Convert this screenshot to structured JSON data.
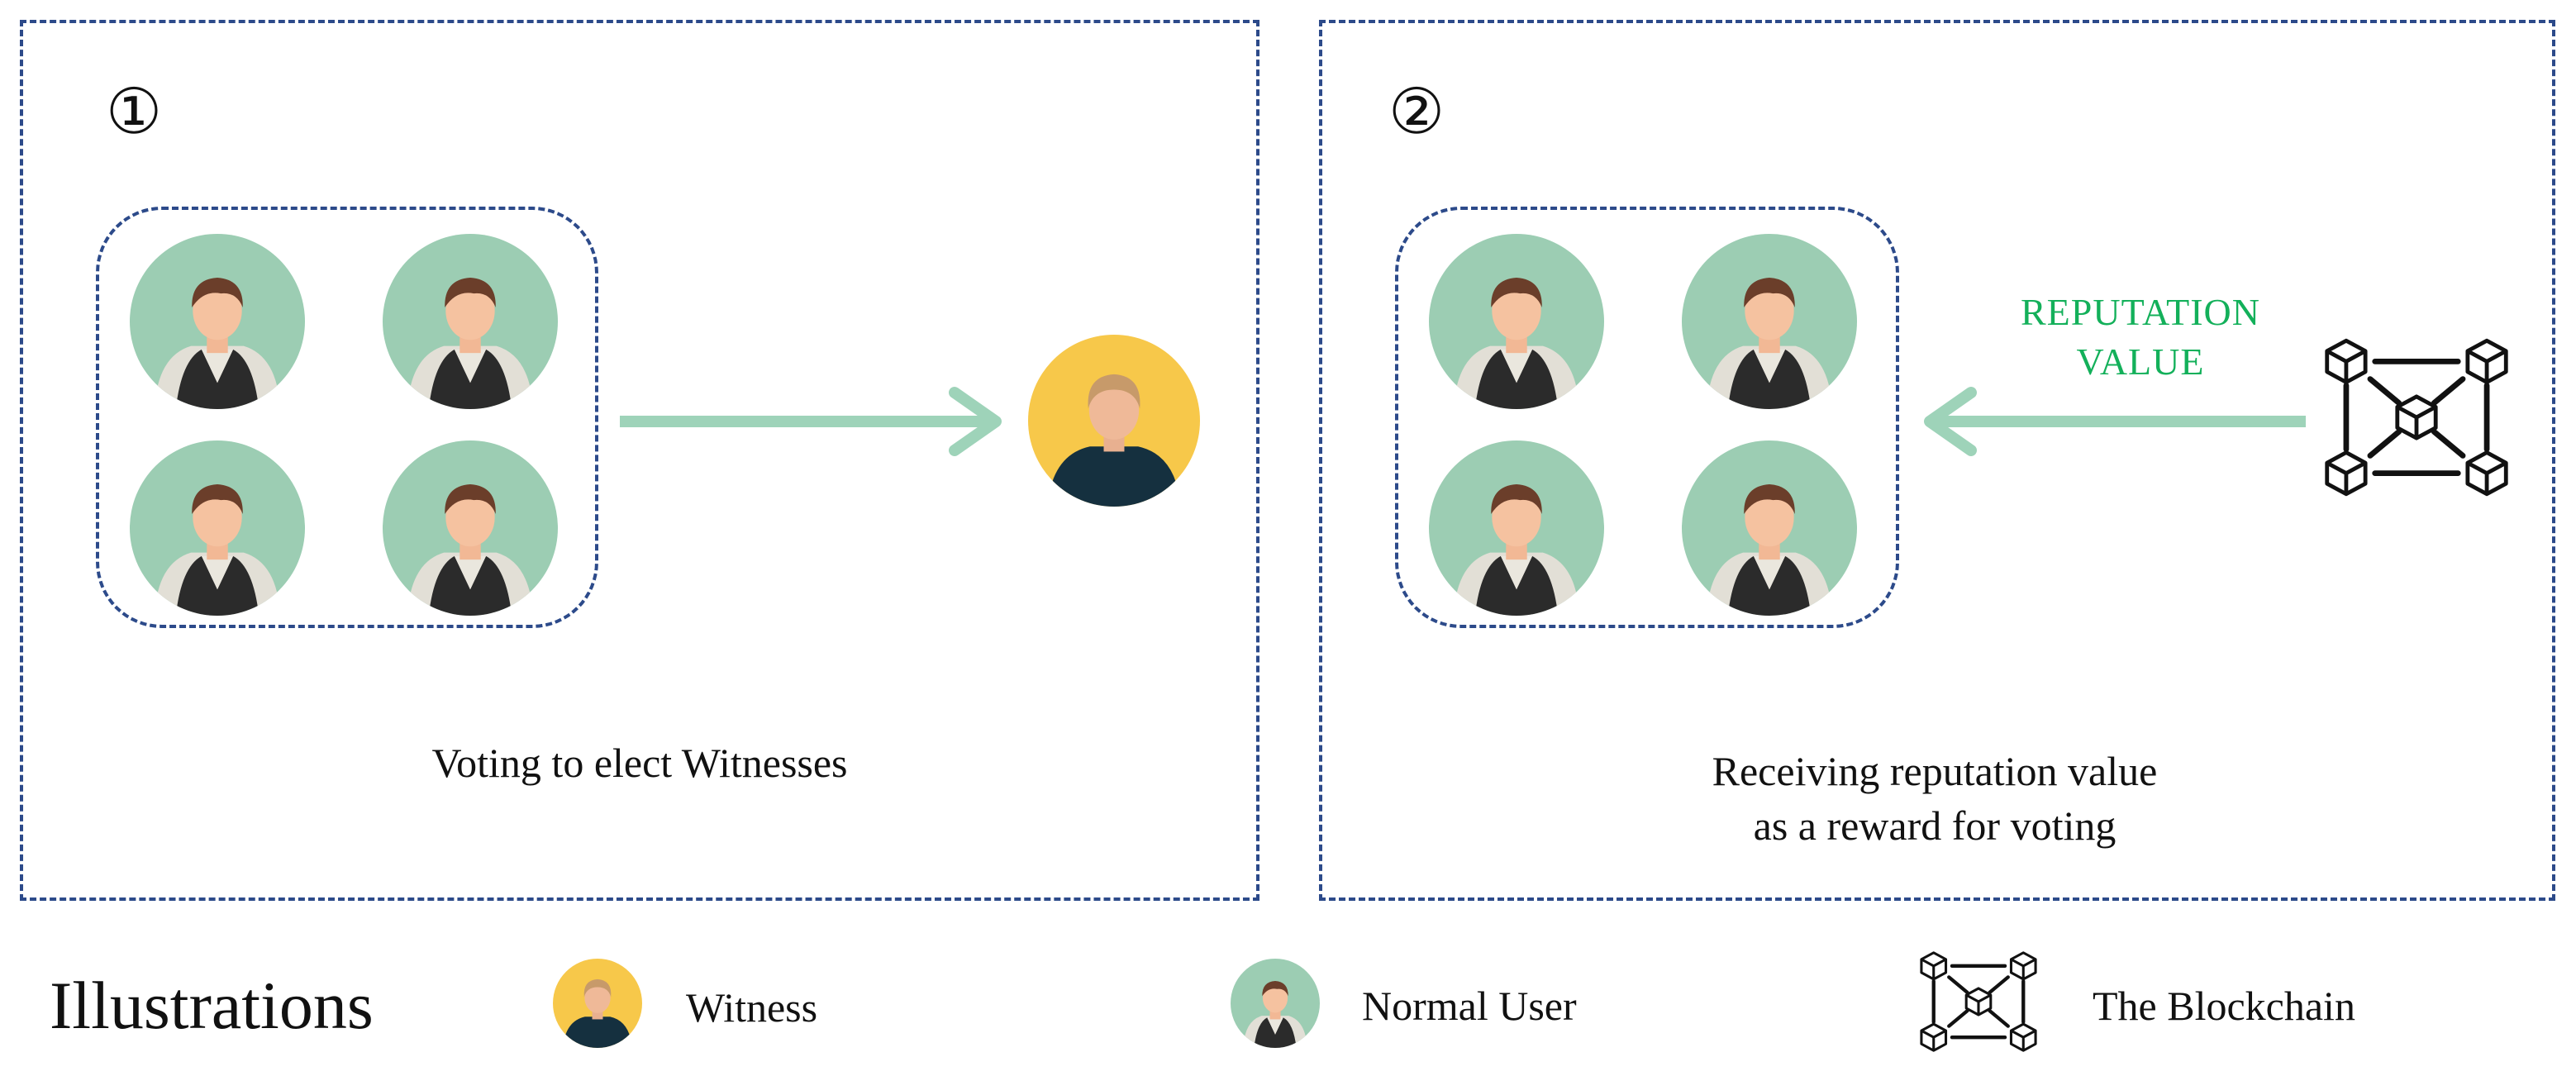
{
  "panel1": {
    "number": "①",
    "caption": "Voting to elect Witnesses"
  },
  "panel2": {
    "number": "②",
    "arrow_label_line1": "REPUTATION",
    "arrow_label_line2": "VALUE",
    "caption_line1": "Receiving reputation value",
    "caption_line2": "as a reward for voting"
  },
  "legend": {
    "title": "Illustrations",
    "witness_label": "Witness",
    "normal_user_label": "Normal User",
    "blockchain_label": "The Blockchain"
  },
  "colors": {
    "border": "#2c4a8a",
    "arrow": "#9ed3b9",
    "user_bg": "#9ccdb3",
    "witness_bg": "#f7c84a",
    "reputation_text": "#13b05a"
  },
  "icons": {
    "normal_user": "normal-user-icon",
    "witness": "witness-icon",
    "blockchain": "blockchain-icon"
  }
}
